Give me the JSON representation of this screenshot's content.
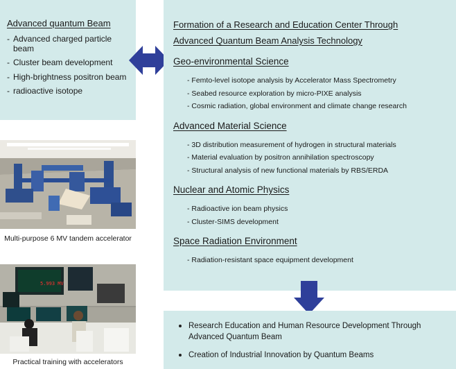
{
  "beam_panel": {
    "title": "Advanced quantum Beam",
    "items": [
      "Advanced charged particle beam",
      "Cluster beam development",
      "High-brightness positron beam",
      "radioactive isotope"
    ]
  },
  "research_panel": {
    "title_line1": "Formation of a Research and Education Center Through",
    "title_line2": "Advanced Quantum Beam Analysis Technology",
    "sections": [
      {
        "title": "Geo-environmental Science",
        "items": [
          "Femto-level isotope analysis by Accelerator Mass Spectrometry",
          "Seabed resource exploration by micro-PIXE analysis",
          "Cosmic radiation, global environment and climate change research"
        ]
      },
      {
        "title": "Advanced Material Science",
        "items": [
          "3D distribution measurement of hydrogen in structural materials",
          "Material evaluation by positron annihilation spectroscopy",
          "Structural analysis of new functional materials by RBS/ERDA"
        ]
      },
      {
        "title": "Nuclear and Atomic Physics",
        "items": [
          "Radioactive ion beam physics",
          "Cluster-SIMS development"
        ]
      },
      {
        "title": "Space Radiation Environment",
        "items": [
          "Radiation-resistant space equipment development"
        ]
      }
    ]
  },
  "outcomes": [
    "Research Education and Human Resource Development Through Advanced Quantum Beam",
    "Creation of Industrial Innovation by Quantum Beams"
  ],
  "photos": {
    "accelerator_caption": "Multi-purpose 6 MV tandem accelerator",
    "control_caption": "Practical training with accelerators",
    "monitor_readout": "5.993 MV"
  },
  "colors": {
    "panel_bg": "#d3eaea",
    "arrow": "#2f3f9a"
  }
}
